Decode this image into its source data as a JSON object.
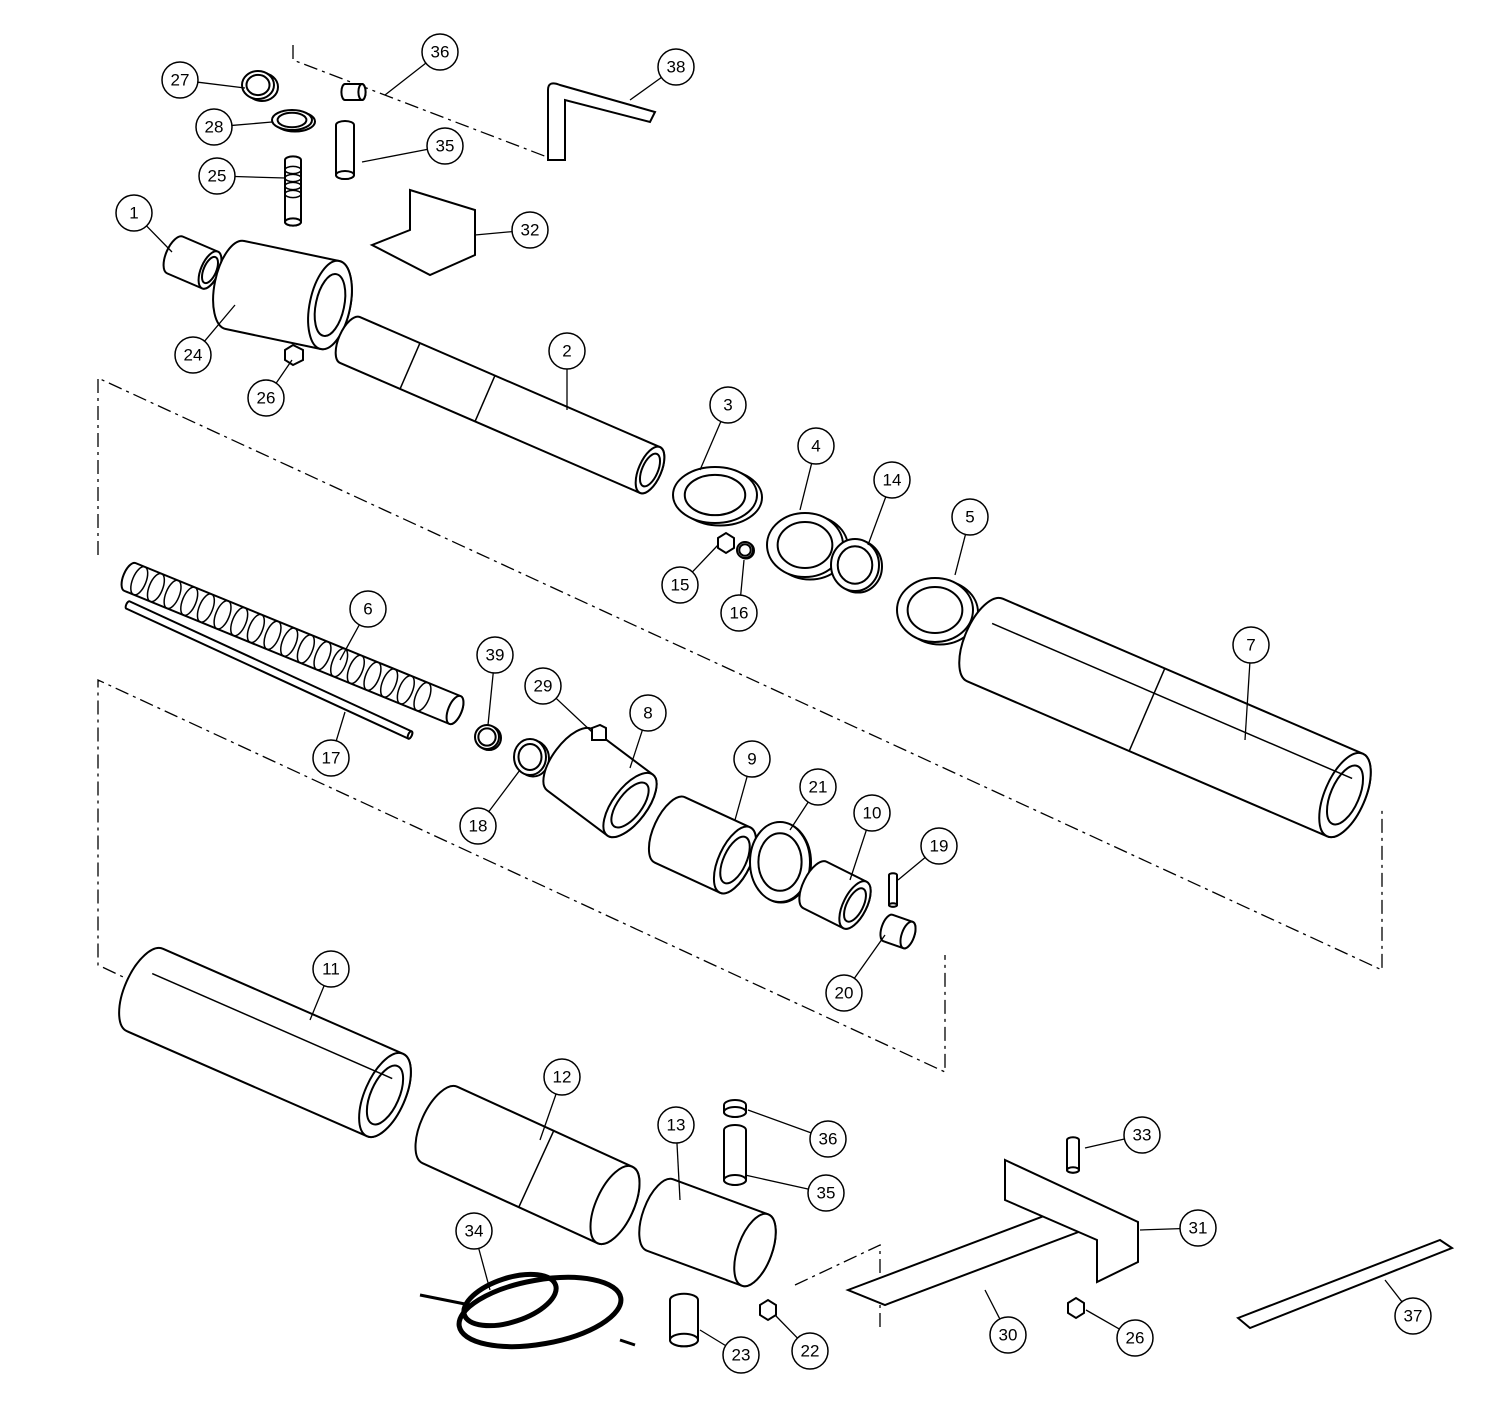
{
  "diagram": {
    "type": "exploded-parts-diagram",
    "callouts": [
      "36",
      "38",
      "27",
      "28",
      "35",
      "25",
      "1",
      "32",
      "24",
      "26",
      "2",
      "3",
      "4",
      "14",
      "5",
      "15",
      "16",
      "6",
      "7",
      "39",
      "29",
      "8",
      "17",
      "9",
      "21",
      "10",
      "18",
      "19",
      "20",
      "11",
      "12",
      "13",
      "36",
      "33",
      "35",
      "31",
      "34",
      "30",
      "26",
      "37",
      "23",
      "22"
    ]
  }
}
